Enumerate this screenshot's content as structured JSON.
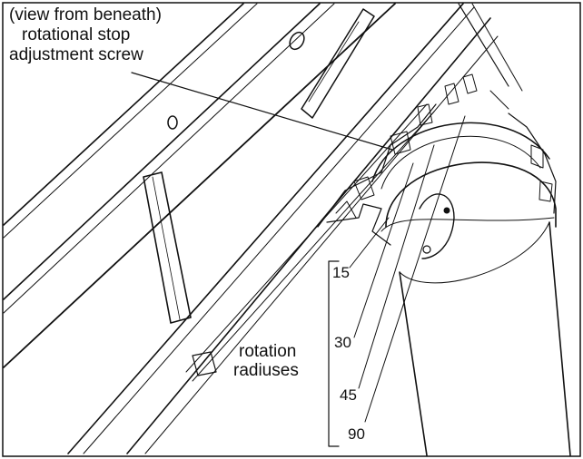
{
  "callout": {
    "line1": "(view from beneath)",
    "line2": "rotational stop",
    "line3": "adjustment screw"
  },
  "rotation_label": {
    "line1": "rotation",
    "line2": "radiuses"
  },
  "angles": [
    "15",
    "30",
    "45",
    "90"
  ]
}
